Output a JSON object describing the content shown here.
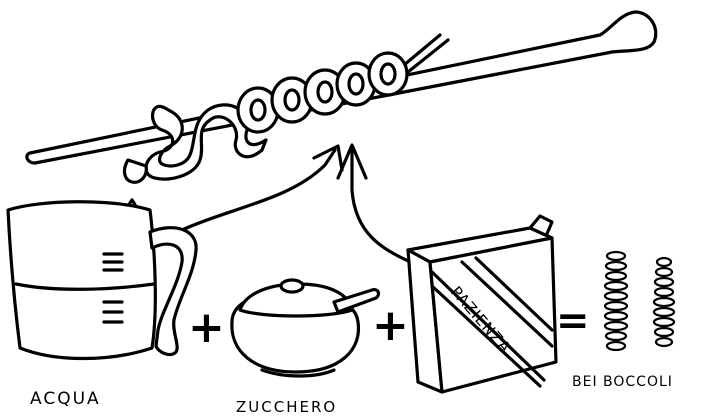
{
  "labels": {
    "water": "ACQUA",
    "sugar": "ZUCCHERO",
    "box": "PAZIENZA",
    "result": "BEI BOCCOLI"
  },
  "operators": {
    "plus": "+",
    "equals": "="
  },
  "colors": {
    "ink": "#000000",
    "paper": "#ffffff"
  }
}
